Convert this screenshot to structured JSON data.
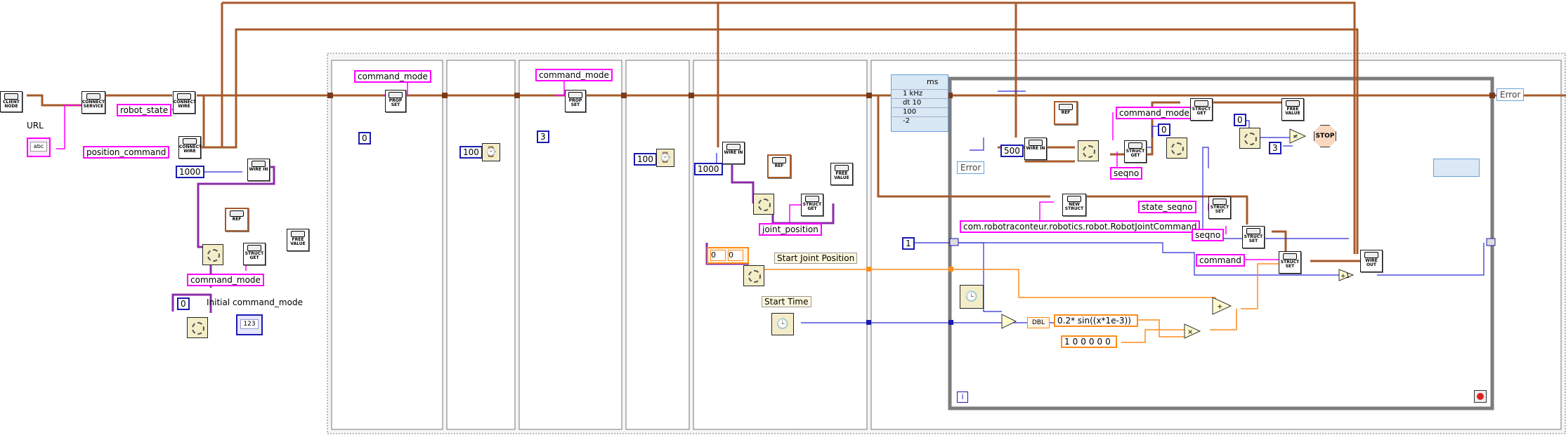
{
  "nodes": {
    "client_node": "CLIENT NODE",
    "connect_service": "CONNECT SERVICE",
    "connect_wire_1": "CONNECT WIRE",
    "connect_wire_2": "CONNECT WIRE",
    "wire_in_1": "WIRE IN",
    "wire_in_2": "WIRE IN",
    "wire_in_3": "WIRE IN",
    "wire_out": "WIRE OUT",
    "ref_1": "REF",
    "ref_2": "REF",
    "ref_3": "REF",
    "struct_get_1": "STRUCT GET",
    "struct_get_2": "STRUCT GET",
    "struct_get_3": "STRUCT GET",
    "struct_get_4": "STRUCT GET",
    "struct_set_1": "STRUCT SET",
    "struct_set_2": "STRUCT SET",
    "struct_set_3": "STRUCT SET",
    "free_value_1": "FREE VALUE",
    "free_value_2": "FREE VALUE",
    "free_value_3": "FREE VALUE",
    "prop_set_1": "PROP SET",
    "prop_set_2": "PROP SET",
    "new_struct": "NEW STRUCT"
  },
  "labels": {
    "url": "URL",
    "url_control": "abc",
    "robot_state": "robot_state",
    "position_command": "position_command",
    "command_mode_1": "command_mode",
    "command_mode_2": "command_mode",
    "command_mode_3": "command_mode",
    "command_mode_4": "command_mode",
    "initial_command_mode": "Initial command_mode",
    "indicator_123": "123",
    "joint_position": "joint_position",
    "start_joint_position": "Start Joint Position",
    "start_time": "Start Time",
    "seqno_1": "seqno",
    "seqno_2": "seqno",
    "state_seqno": "state_seqno",
    "command": "command",
    "struct_type": "com.robotraconteur.robotics.robot.RobotJointCommand",
    "formula": "0.2* sin((x*1e-3))",
    "dbl": "DBL",
    "error_1": "Error",
    "error_2": "Error",
    "stop": "STOP",
    "ms": "ms",
    "khz": "1 kHz",
    "dt": "dt",
    "dt_val": "10",
    "val_100": "100",
    "val_neg2": "-2",
    "i_label": "i"
  },
  "constants": {
    "c1000_a": "1000",
    "c0_a": "0",
    "c0_b": "0",
    "c3_a": "3",
    "c100_a": "100",
    "c100_b": "100",
    "c1000_b": "1000",
    "c500": "500",
    "c0_c": "0",
    "c0_d": "0",
    "c3_b": "3",
    "c1": "1",
    "c100000": "100000",
    "arr_idx": "0",
    "arr_val": "0"
  },
  "colors": {
    "refwire": "#b0602a",
    "pink": "#ff00ff",
    "blue": "#1a1ab0",
    "orange": "#ff8c1a",
    "purple": "#8a2ca8",
    "frame": "#777777",
    "loop": "#888888"
  }
}
